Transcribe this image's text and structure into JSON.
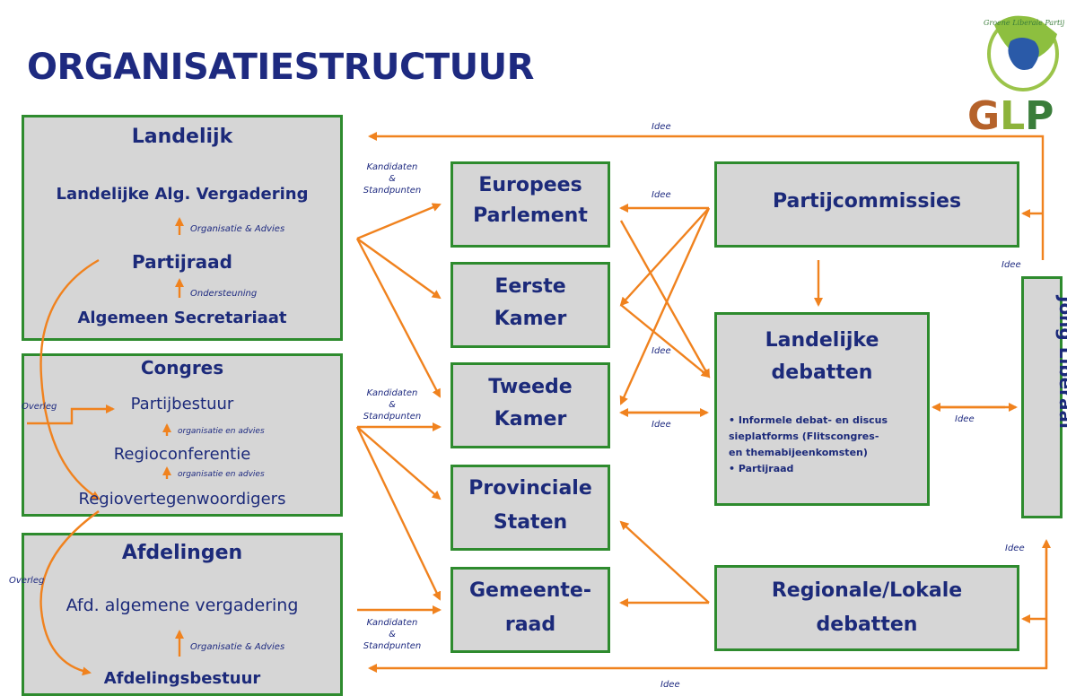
{
  "title": "ORGANISATIESTRUCTUUR",
  "logo": {
    "text": "GLP",
    "ring_text": "Groene Liberale Partij",
    "colors": {
      "G": "#b5622a",
      "L": "#8db33b",
      "P": "#3a7d3a"
    }
  },
  "landelijk": {
    "heading": "Landelijk",
    "alv": "Landelijke Alg. Vergadering",
    "org_advies": "Organisatie & Advies",
    "partijraad": "Partijraad",
    "ondersteuning": "Ondersteuning",
    "secretariaat": "Algemeen Secretariaat"
  },
  "congres": {
    "heading": "Congres",
    "overleg": "Overleg",
    "partijbestuur": "Partijbestuur",
    "org_advies_1": "organisatie en advies",
    "regioconferentie": "Regioconferentie",
    "org_advies_2": "organisatie en advies",
    "regiovertegenwoordigers": "Regiovertegenwoordigers"
  },
  "afdelingen": {
    "heading": "Afdelingen",
    "overleg": "Overleg",
    "vergadering": "Afd. algemene vergadering",
    "org_advies": "Organisatie & Advies",
    "bestuur": "Afdelingsbestuur"
  },
  "kandidaten": {
    "line1": "Kandidaten",
    "line2": "&",
    "line3": "Standpunten"
  },
  "bodies": {
    "ep_1": "Europees",
    "ep_2": "Parlement",
    "ek_1": "Eerste",
    "ek_2": "Kamer",
    "tk_1": "Tweede",
    "tk_2": "Kamer",
    "ps_1": "Provinciale",
    "ps_2": "Staten",
    "gr_1": "Gemeente-",
    "gr_2": "raad"
  },
  "partijcommissies": "Partijcommissies",
  "landelijke_debatten": {
    "title_1": "Landelijke",
    "title_2": "debatten",
    "bullet_1a": "• Informele debat- en discus",
    "bullet_1b": "sieplatforms (Flitscongres-",
    "bullet_1c": "en themabijeenkomsten)",
    "bullet_2": "• Partijraad"
  },
  "regionale": {
    "line1": "Regionale/Lokale",
    "line2": "debatten"
  },
  "jong_liberaal": "Jong Liberaal",
  "idee_label": "Idee",
  "colors": {
    "arrow": "#f0821e",
    "box_border": "#2e8b2e",
    "box_fill": "#d6d6d6",
    "text": "#1e2a80"
  }
}
